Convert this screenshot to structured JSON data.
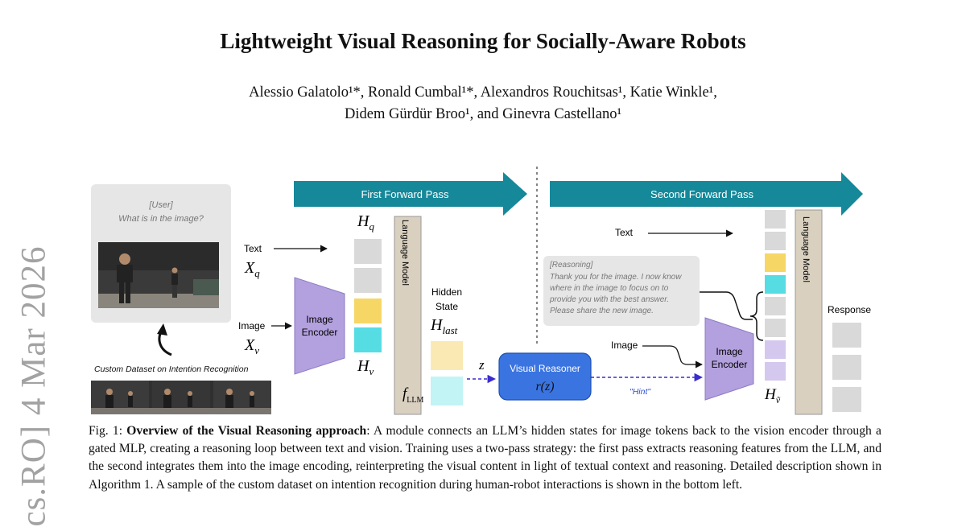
{
  "paper": {
    "title": "Lightweight Visual Reasoning for Socially-Aware Robots",
    "authors_line1": "Alessio Galatolo¹*, Ronald Cumbal¹*, Alexandros Rouchitsas¹, Katie Winkle¹,",
    "authors_line2": "Didem Gürdür Broo¹, and Ginevra Castellano¹",
    "arxiv_stamp": "cs.RO]  4 Mar 2026"
  },
  "figure": {
    "first_pass_label": "First Forward Pass",
    "second_pass_label": "Second Forward Pass",
    "user_tag": "[User]",
    "user_question": "What is in the image?",
    "dataset_label": "Custom Dataset on Intention Recognition",
    "text_label": "Text",
    "xq_symbol": "X",
    "xq_sub": "q",
    "image_label": "Image",
    "xv_symbol": "X",
    "xv_sub": "v",
    "image_encoder_line1": "Image",
    "image_encoder_line2": "Encoder",
    "hq_symbol": "H",
    "hq_sub": "q",
    "hv_symbol": "H",
    "hv_sub": "v",
    "language_model_label": "Language Model",
    "f_llm_symbol": "f",
    "f_llm_sub": "LLM",
    "hidden_state_line1": "Hidden",
    "hidden_state_line2": "State",
    "hlast_symbol": "H",
    "hlast_sub": "last",
    "z_symbol": "z",
    "visual_reasoner_label": "Visual Reasoner",
    "visual_reasoner_fn": "r(z)",
    "hint_label": "\"Hint\"",
    "reasoning_tag": "[Reasoning]",
    "reasoning_lines": [
      "Thank you for the image. I now know",
      "where in the image to focus on to",
      "provide you with the best answer.",
      "Please share the new image."
    ],
    "response_label": "Response",
    "hvtilde_symbol": "H",
    "hvtilde_sub": "ṽ",
    "colors": {
      "arrow_teal": "#15889a",
      "encoder_purple": "#b3a0de",
      "lm_beige": "#d9d0c0",
      "token_gray": "#d9d9d9",
      "token_yellow": "#f6d766",
      "token_cyan": "#56dde3",
      "hidden_yellow": "#fbe9b4",
      "hidden_cyan": "#c2f4f6",
      "reasoner_blue": "#3a74e0",
      "hint_dash": "#3a2ccf",
      "token_lavender": "#d4c8ee"
    }
  },
  "caption": {
    "prefix": "Fig. 1: ",
    "bold": "Overview of the Visual Reasoning approach",
    "text": ": A module connects an LLM’s hidden states for image tokens back to the vision encoder through a gated MLP, creating a reasoning loop between text and vision. Training uses a two-pass strategy: the first pass extracts reasoning features from the LLM, and the second integrates them into the image encoding, reinterpreting the visual content in light of textual context and reasoning. Detailed description shown in Algorithm 1. A sample of the custom dataset on intention recognition during human-robot interactions is shown in the bottom left."
  }
}
